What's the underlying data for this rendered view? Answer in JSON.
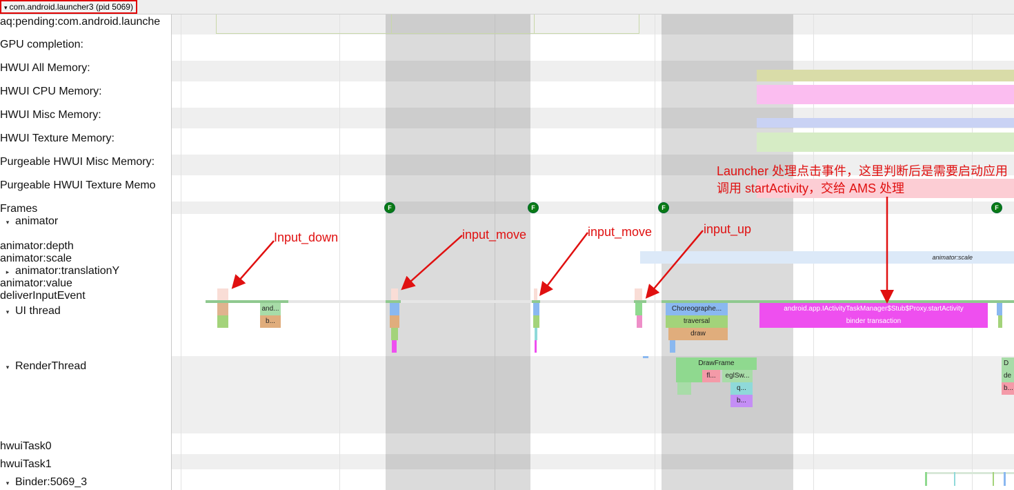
{
  "process": {
    "title": "com.android.launcher3 (pid 5069)",
    "expanded_glyph": "▾"
  },
  "tracks": {
    "aq_pending": "aq:pending:com.android.launche",
    "gpu_completion": "GPU completion:",
    "hwui_all_memory": "HWUI All Memory:",
    "hwui_cpu_memory": "HWUI CPU Memory:",
    "hwui_misc_memory": "HWUI Misc Memory:",
    "hwui_texture_memory": "HWUI Texture Memory:",
    "purgeable_misc": "Purgeable HWUI Misc Memory:",
    "purgeable_texture": "Purgeable HWUI Texture Memo",
    "frames": "Frames",
    "animator": "animator",
    "animator_depth": "animator:depth",
    "animator_scale": "animator:scale",
    "animator_translation": "animator:translationY",
    "animator_value": "animator:value",
    "deliver_input": "deliverInputEvent",
    "ui_thread": "UI thread",
    "render_thread": "RenderThread",
    "hwui_task0": "hwuiTask0",
    "hwui_task1": "hwuiTask1",
    "binder": "Binder:5069_3"
  },
  "glyphs": {
    "expanded": "▾",
    "collapsed": "▸",
    "frame_marker": "F"
  },
  "slices": {
    "animator_scale": "animator:scale",
    "ui_and": "and...",
    "ui_b": "b...",
    "choreographer": "Choreographe...",
    "traversal": "traversal",
    "draw": "draw",
    "start_activity": "android.app.IActivityTaskManager$Stub$Proxy.startActivity",
    "binder_transaction": "binder transaction",
    "draw_frame": "DrawFrame",
    "fl": "fl...",
    "egl_swap": "eglSw...",
    "q": "q...",
    "b2": "b...",
    "d": "D",
    "de": "de",
    "b3": "b..."
  },
  "annotations": {
    "input_down": "Input_down",
    "input_move_1": "input_move",
    "input_move_2": "input_move",
    "input_up": "input_up",
    "launcher_line1": "Launcher 处理点击事件，这里判断后是需要启动应用",
    "launcher_line2": "调用 startActivity，交给 AMS 处理"
  },
  "colors": {
    "annotation_red": "#e01010",
    "frame_marker_green": "#0a7a14",
    "selection_shade": "#d6d6d6",
    "binder_magenta": "#ee4fef",
    "choreographer_blue": "#8ab8f0",
    "traversal_green": "#a3d37a",
    "draw_orange": "#e0ad7c",
    "drawframe_green": "#8fd98f",
    "memory_olive": "#d9dca8",
    "memory_pink": "#fbbdf0",
    "memory_lavender": "#c9d2f4",
    "memory_lightgreen": "#d6ecc5",
    "memory_rose": "#fccdd4"
  }
}
